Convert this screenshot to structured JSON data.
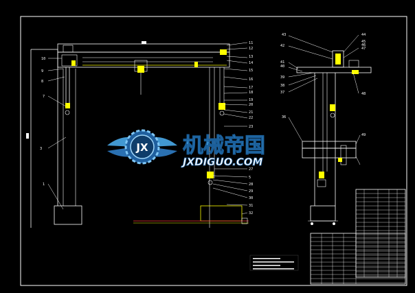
{
  "drawing": {
    "part_labels_left": [
      "10",
      "9",
      "8",
      "7",
      "3",
      "1"
    ],
    "part_labels_center": [
      "11",
      "12",
      "13",
      "14",
      "15",
      "16",
      "17",
      "18",
      "19",
      "20",
      "21",
      "22",
      "23",
      "27",
      "5",
      "28",
      "29",
      "30",
      "31",
      "32"
    ],
    "part_labels_right": [
      "43",
      "42",
      "41",
      "40",
      "39",
      "38",
      "37",
      "36",
      "44",
      "45",
      "46",
      "47",
      "48",
      "49"
    ]
  },
  "watermark": {
    "title": "机械帝国",
    "subtitle": "JXDIGUO.COM",
    "emblem": "JX"
  },
  "colors": {
    "background": "#000000",
    "line": "#ffffff",
    "part": "#ffff00",
    "leader": "#ff3b3b",
    "watermark": "#49a8e8"
  }
}
